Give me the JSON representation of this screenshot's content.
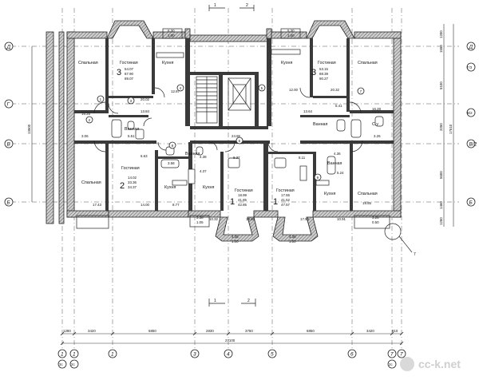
{
  "rooms": {
    "bedroom": "Спальная",
    "living": "Гостиная",
    "kitchen": "Кухня",
    "bath": "Ванная",
    "wc": "С.у"
  },
  "apartments": {
    "top_left": {
      "count": "3",
      "area1": "54.07",
      "area2": "87.90",
      "area3": "89.07"
    },
    "top_right": {
      "count": "3",
      "area1": "53.15",
      "area2": "88.39",
      "area3": "90.27"
    },
    "bottom_left": {
      "count": "2",
      "area1": "14.02",
      "area2": "33.36",
      "area3": "34.37"
    },
    "mid_left_1": {
      "count": "1",
      "area1": "18.99",
      "area2": "41.85",
      "area3": "42.85"
    },
    "mid_right_1": {
      "count": "1",
      "area1": "17.55",
      "area2": "41.52",
      "area3": "47.57"
    }
  },
  "room_areas": [
    "20.02",
    "13.84",
    "16.25",
    "5.51",
    "12.87",
    "16.28",
    "13.64",
    "24.86",
    "12.00",
    "20.32",
    "6.63",
    "3.58",
    "4.37",
    "8.37",
    "8.11",
    "5.24",
    "14.00",
    "8.77",
    "17.43",
    "10.32",
    "16.88",
    "17.50",
    "10.91",
    "19.85",
    "3.26",
    "3.06",
    "4.38",
    "4.36",
    "5.41"
  ],
  "balcony_tags": [
    {
      "top": "6.30",
      "bottom": "1.00"
    },
    {
      "top": "5.30",
      "bottom": "1.00"
    },
    {
      "top": "3.38",
      "bottom": "1.05"
    },
    {
      "top": "4.36",
      "bottom": "1.00"
    },
    {
      "top": "4.36",
      "bottom": "1.00"
    },
    {
      "top": "3.26",
      "bottom": "0.50"
    }
  ],
  "axes_bottom": [
    "1",
    "1",
    "3",
    "4",
    "5",
    "6",
    "7",
    "7"
  ],
  "axes_bottom_sub": [
    "3с",
    "2с",
    "",
    "",
    "",
    "",
    "",
    "2с"
  ],
  "axes_left": [
    "Д",
    "Г",
    "В",
    "Б"
  ],
  "axes_right": [
    "Д",
    "Г/3",
    "В/2",
    "Б"
  ],
  "dims_bottom": [
    "1280",
    "3420",
    "6850",
    "2830",
    "3750",
    "6850",
    "3420",
    "810"
  ],
  "dim_total": "27100",
  "dims_left_total": "13500",
  "dims_right": [
    "1200",
    "1550",
    "5100",
    "3250",
    "5600",
    "1460",
    "1250"
  ],
  "dims_right_total": "17610",
  "section_marks": [
    "1",
    "2"
  ],
  "callouts": [
    "1",
    "2",
    "3",
    "4",
    "5",
    "6",
    "7",
    "8",
    "9"
  ],
  "node_callout": "7",
  "watermark": "cc-k.net"
}
